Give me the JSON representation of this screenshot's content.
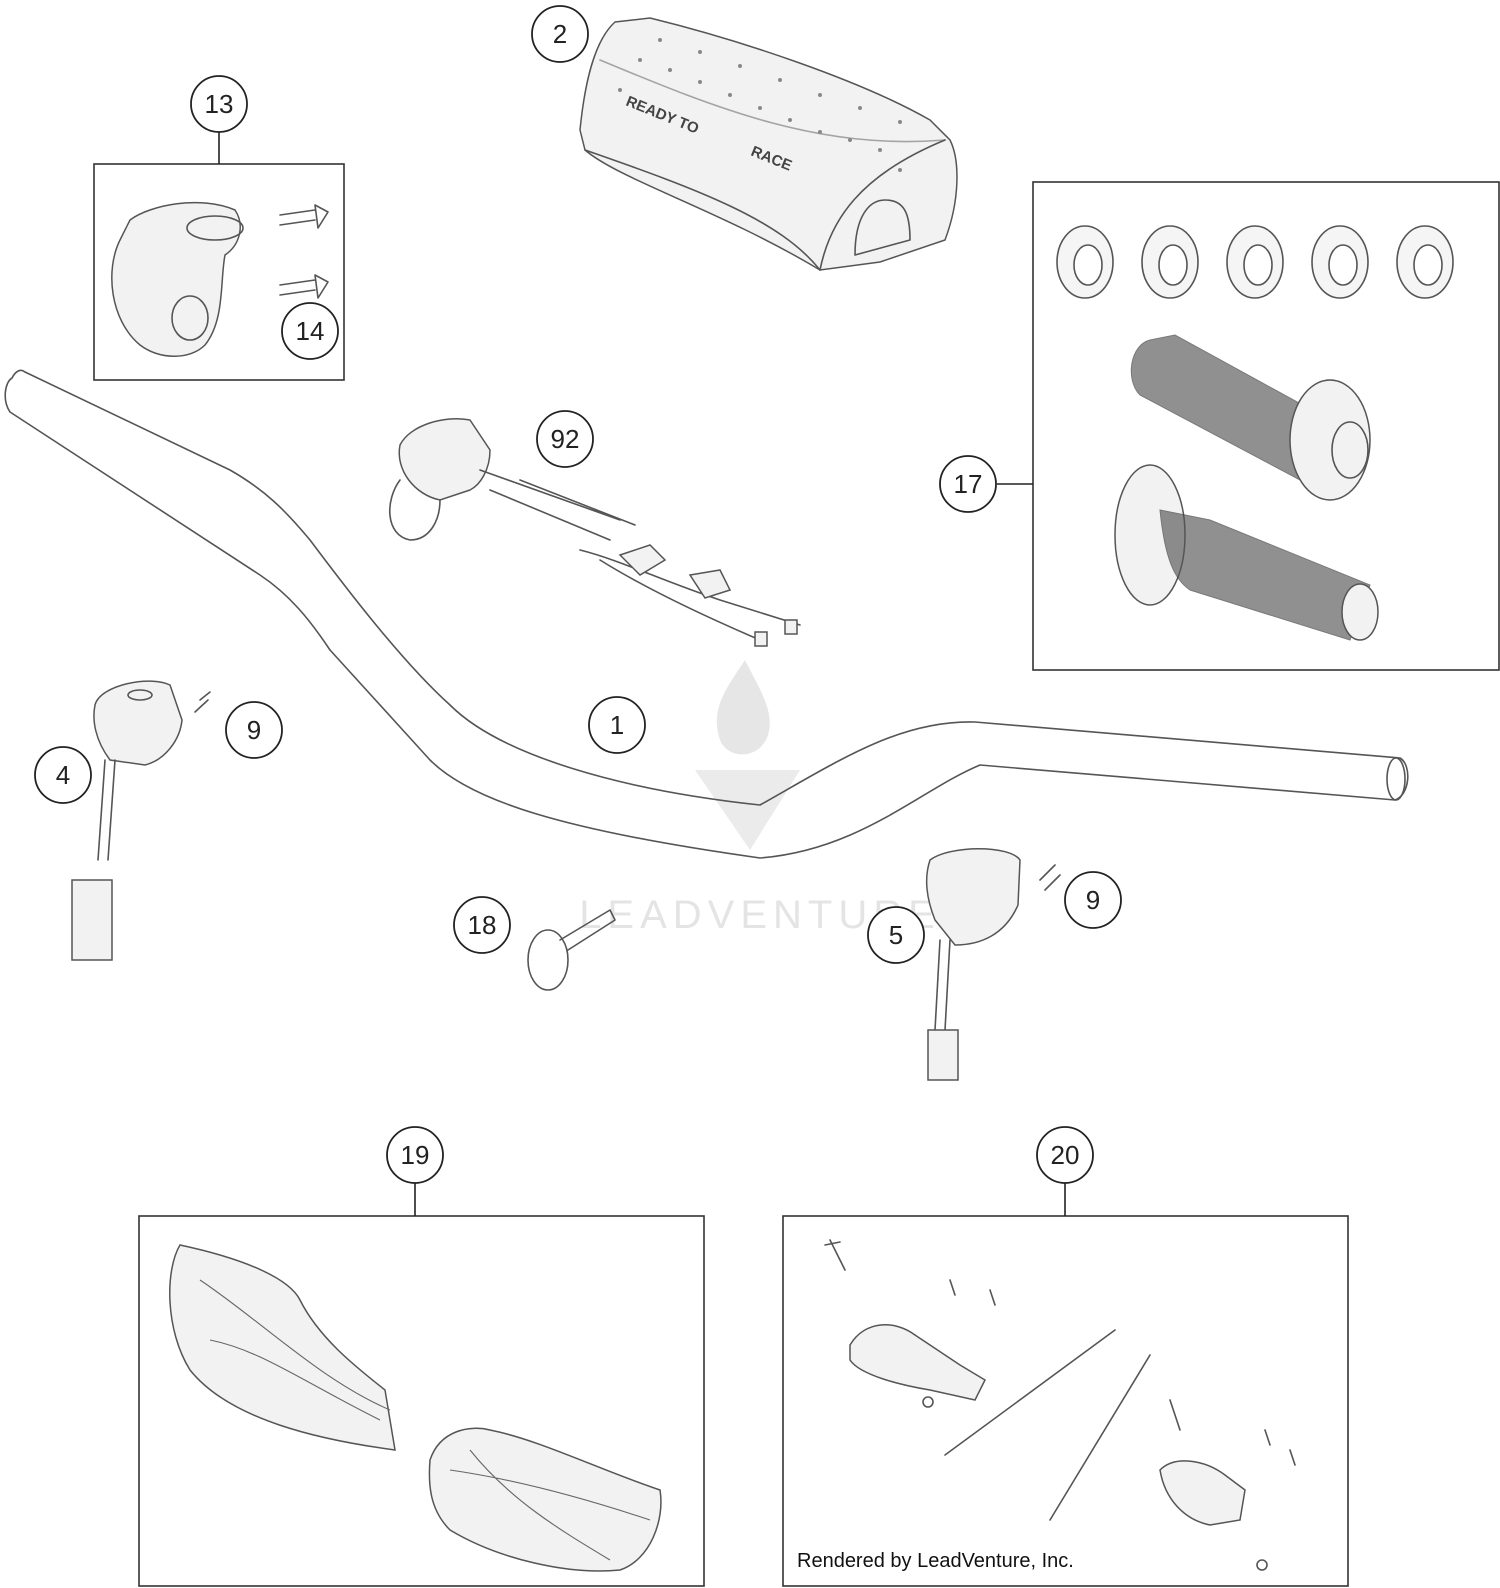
{
  "callouts": {
    "c1": "1",
    "c2": "2",
    "c4": "4",
    "c5": "5",
    "c9a": "9",
    "c9b": "9",
    "c13": "13",
    "c14": "14",
    "c17": "17",
    "c18": "18",
    "c19": "19",
    "c20": "20",
    "c92": "92"
  },
  "pad_text": {
    "line1": "READY TO",
    "line2": "RACE"
  },
  "watermark": {
    "text": "LEADVENTURE"
  },
  "credit": "Rendered by LeadVenture, Inc."
}
